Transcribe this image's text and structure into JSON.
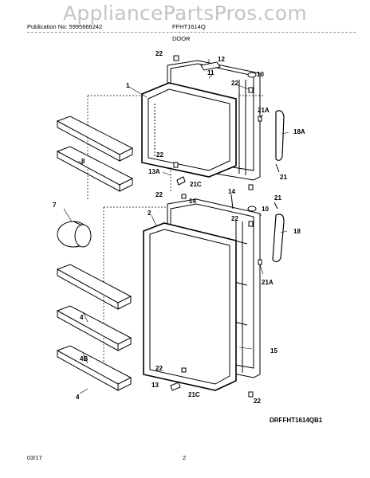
{
  "watermark": "AppliancePartsPros.com",
  "header": {
    "publication": "Publication No: 5995666242",
    "model": "FFHT1614Q",
    "section": "DOOR"
  },
  "callouts": [
    "22",
    "12",
    "11",
    "1",
    "10",
    "22",
    "21A",
    "18A",
    "8",
    "22",
    "13A",
    "21C",
    "22",
    "14",
    "14",
    "2",
    "22",
    "21",
    "10",
    "7",
    "18",
    "21A",
    "4",
    "4B",
    "15",
    "22",
    "13",
    "21C",
    "4",
    "22",
    "21"
  ],
  "diagram_code": "DRFFHT1614QB1",
  "footer": {
    "date": "03/17",
    "page": "2"
  }
}
